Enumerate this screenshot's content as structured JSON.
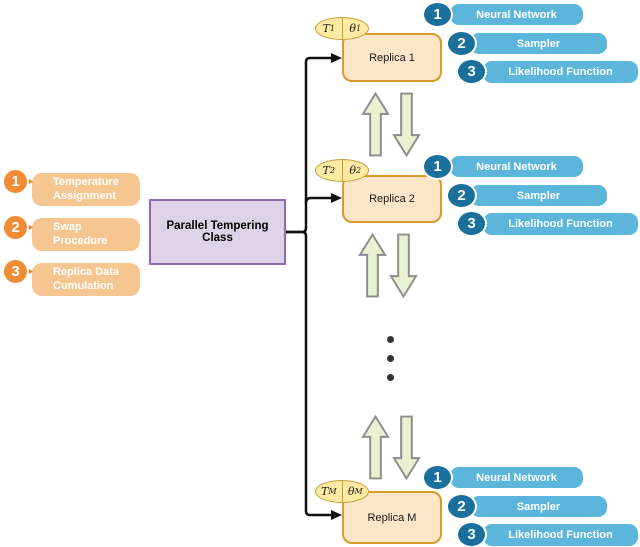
{
  "class_box": {
    "label": "Parallel Tempering Class"
  },
  "class_methods": [
    {
      "number": "1",
      "line1": "Temperature",
      "line2": "Assignment"
    },
    {
      "number": "2",
      "line1": "Swap",
      "line2": "Procedure"
    },
    {
      "number": "3",
      "line1": "Replica Data",
      "line2": "Cumulation"
    }
  ],
  "replicas": [
    {
      "name": "Replica 1",
      "temp": {
        "base": "T",
        "sub": "1"
      },
      "param": {
        "base": "θ",
        "sub": "1"
      },
      "components": [
        {
          "number": "1",
          "label": "Neural Network"
        },
        {
          "number": "2",
          "label": "Sampler"
        },
        {
          "number": "3",
          "label": "Likelihood Function"
        }
      ]
    },
    {
      "name": "Replica 2",
      "temp": {
        "base": "T",
        "sub": "2"
      },
      "param": {
        "base": "θ",
        "sub": "2"
      },
      "components": [
        {
          "number": "1",
          "label": "Neural Network"
        },
        {
          "number": "2",
          "label": "Sampler"
        },
        {
          "number": "3",
          "label": "Likelihood Function"
        }
      ]
    },
    {
      "name": "Replica M",
      "temp": {
        "base": "T",
        "sub": "M"
      },
      "param": {
        "base": "θ",
        "sub": "M"
      },
      "components": [
        {
          "number": "1",
          "label": "Neural Network"
        },
        {
          "number": "2",
          "label": "Sampler"
        },
        {
          "number": "3",
          "label": "Likelihood Function"
        }
      ]
    }
  ],
  "colors": {
    "orange_accent": "#f08c33",
    "orange_wedge": "#e8801f",
    "orange_bar": "#f6c690",
    "blue_accent": "#1a6f9d",
    "blue_bar": "#5cb6dc",
    "purple_fill": "#ddd2e8",
    "purple_border": "#8f6cb0",
    "replica_fill": "#fce5c9",
    "replica_border": "#d79b2a",
    "oval_fill": "#ffeaa3",
    "oval_border": "#c49c3c",
    "exchange_arrow_fill": "#e9f2d0",
    "exchange_arrow_stroke": "#8c8c8c",
    "connector": "#111111"
  }
}
